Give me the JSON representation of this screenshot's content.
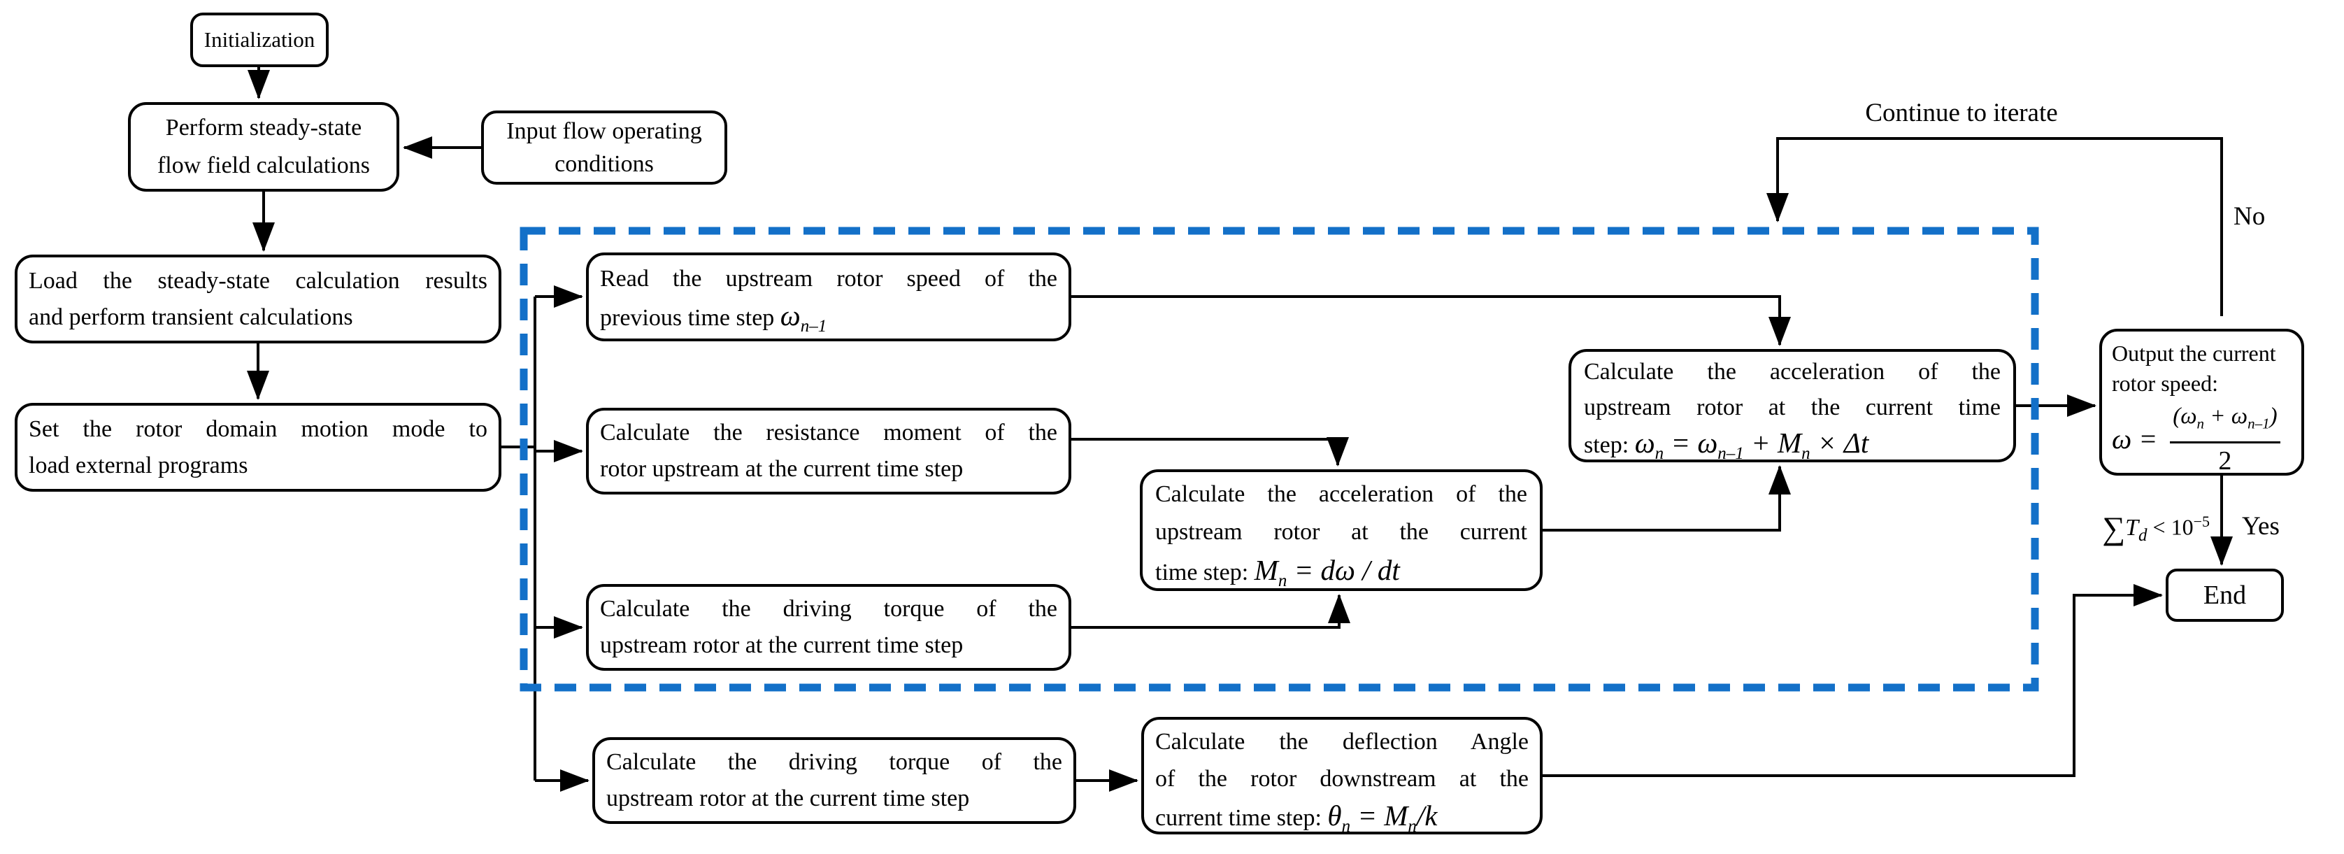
{
  "colors": {
    "line": "#000000",
    "loop_border": "#1370c8",
    "box_background": "#ffffff",
    "text": "#000000"
  },
  "labels": {
    "continue_to_iterate": "Continue to iterate",
    "no": "No",
    "yes": "Yes",
    "condition": {
      "sum": "∑",
      "T": "T",
      "T_sub": "d",
      "mid": " < 10",
      "sup": "−5"
    }
  },
  "nodes": {
    "init": {
      "label": "Initialization"
    },
    "perform": {
      "line1": "Perform steady-state",
      "line2": "flow field calculations"
    },
    "input": {
      "line1": "Input flow operating",
      "line2": "conditions"
    },
    "load": {
      "line1": "Load the steady-state calculation results",
      "line2": "and perform transient calculations"
    },
    "set": {
      "line1": "Set the rotor domain motion mode to",
      "line2": "load external programs"
    },
    "read": {
      "line1": "Read the upstream rotor speed of the",
      "line2": "previous time step ",
      "eq_omega": "ω",
      "eq_sub": "n–1"
    },
    "resistance": {
      "line1": "Calculate the resistance moment of the",
      "line2": "rotor upstream at the current time step"
    },
    "drive_upstream": {
      "line1": "Calculate the driving torque of the",
      "line2": "upstream rotor at the current time step"
    },
    "accel_mn": {
      "line1": "Calculate the acceleration of the",
      "line2": "upstream rotor at the current",
      "line3": "time step: ",
      "eq_M": "M",
      "eq_M_sub": "n",
      "eq_rest": " = dω / dt"
    },
    "accel_wn": {
      "line1": "Calculate the acceleration of the",
      "line2": "upstream rotor at the current time",
      "line3": "step: ",
      "eq_w1": "ω",
      "eq_w1_sub": "n",
      "eq_mid": " = ",
      "eq_w2": "ω",
      "eq_w2_sub": "n–1",
      "eq_plus": " + ",
      "eq_M": "M",
      "eq_M_sub": "n",
      "eq_times": " × ",
      "eq_dt": "Δt"
    },
    "output": {
      "line1": "Output the current",
      "line2": "rotor speed:",
      "eq_lhs": "ω = ",
      "num_1": "(ω",
      "num_1_sub": "n",
      "num_2": " + ω",
      "num_2_sub": "n–1",
      "num_3": ")",
      "den": "2"
    },
    "end": {
      "label": "End"
    },
    "drive_downstream": {
      "line1": "Calculate the driving torque of the",
      "line2": "upstream rotor at the current time step"
    },
    "deflection": {
      "line1": "Calculate the deflection Angle",
      "line2": "of the rotor downstream at the",
      "line3": "current time step: ",
      "eq_theta": "θ",
      "eq_theta_sub": "n",
      "eq_mid": " = ",
      "eq_M": "M",
      "eq_M_sub": "n",
      "eq_rest": "/k"
    }
  }
}
